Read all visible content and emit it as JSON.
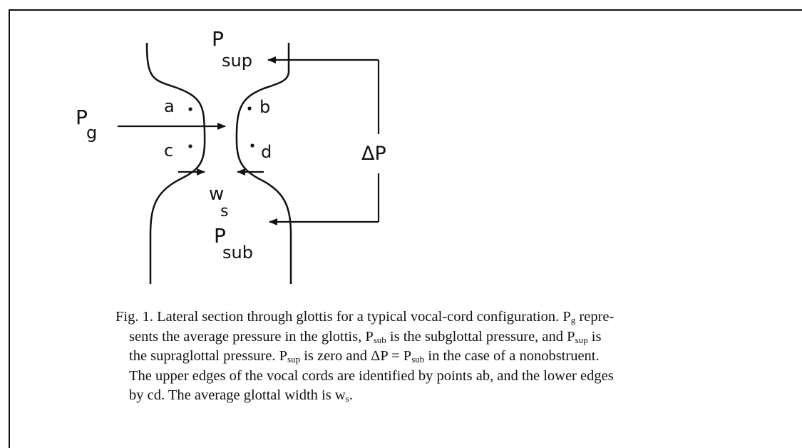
{
  "diagram": {
    "labels": {
      "p_sup": "P",
      "p_sup_sub": "sup",
      "p_g": "P",
      "p_g_sub": "g",
      "a": "a",
      "b": "b",
      "c": "c",
      "d": "d",
      "delta_p": "ΔP",
      "w": "w",
      "w_sub": "s",
      "p_sub": "P",
      "p_sub_sub": "sub"
    }
  },
  "caption": {
    "line1_a": "Fig. 1. Lateral section through glottis for a typical vocal-cord configuration. P",
    "line1_sub": "g",
    "line1_b": " repre-",
    "line2_a": "sents the average pressure in the glottis, P",
    "line2_sub1": "sub",
    "line2_b": " is the subglottal pressure, and P",
    "line2_sub2": "sup",
    "line2_c": " is",
    "line3_a": "the supraglottal pressure. P",
    "line3_sub1": "sup",
    "line3_b": " is zero and ΔP = P",
    "line3_sub2": "sub",
    "line3_c": " in the case of a nonobstruent.",
    "line4": "The upper edges of the vocal cords are identified by points ab, and the lower edges",
    "line5_a": "by cd. The average glottal width is w",
    "line5_sub": "s",
    "line5_b": "."
  },
  "colors": {
    "ink": "#111111",
    "background": "#ffffff"
  }
}
